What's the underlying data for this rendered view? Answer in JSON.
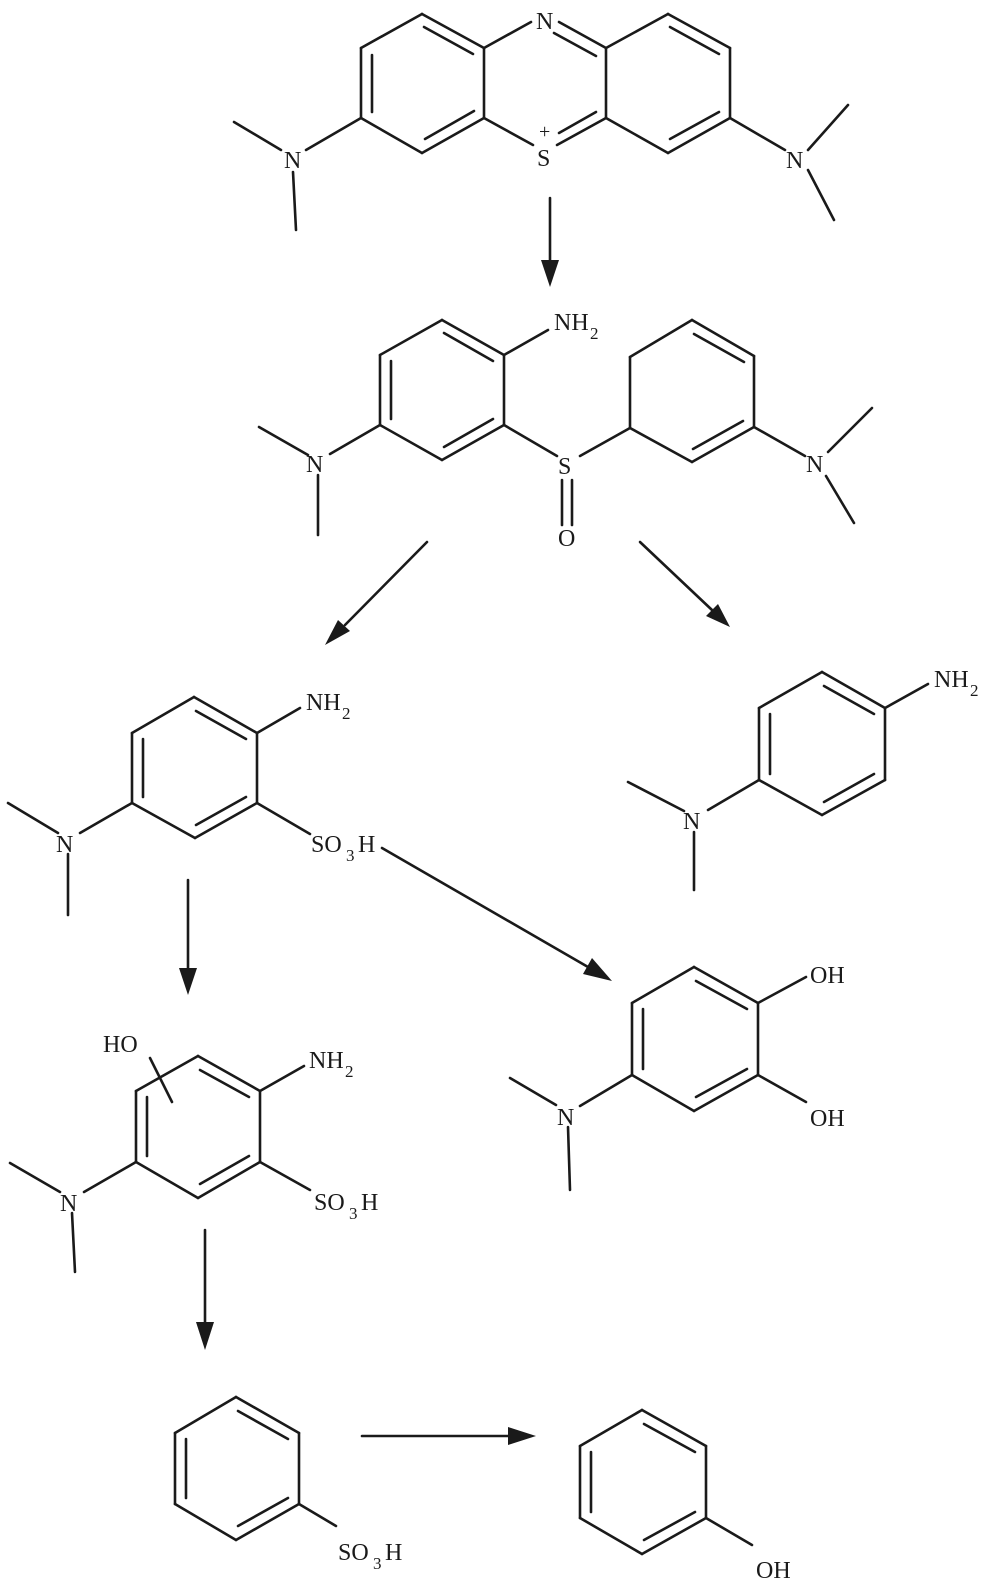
{
  "labels": {
    "m1_n_top": "N",
    "m1_s": "S",
    "m1_plus": "+",
    "m1_n_left": "N",
    "m1_n_right": "N",
    "m2_nh": "NH",
    "m2_2": "2",
    "m2_n_left": "N",
    "m2_s": "S",
    "m2_o": "O",
    "m2_n_right": "N",
    "m3_nh": "NH",
    "m3_2": "2",
    "m3_n": "N",
    "m3_so": "SO",
    "m3_3": "3",
    "m3_h": "H",
    "m4_nh": "NH",
    "m4_2": "2",
    "m4_n": "N",
    "m5_ho": "HO",
    "m5_nh": "NH",
    "m5_2": "2",
    "m5_n": "N",
    "m5_so": "SO",
    "m5_3": "3",
    "m5_h": "H",
    "m6_oh1": "OH",
    "m6_oh2": "OH",
    "m6_n": "N",
    "m7_so": "SO",
    "m7_3": "3",
    "m7_h": "H",
    "m8_oh": "OH"
  }
}
